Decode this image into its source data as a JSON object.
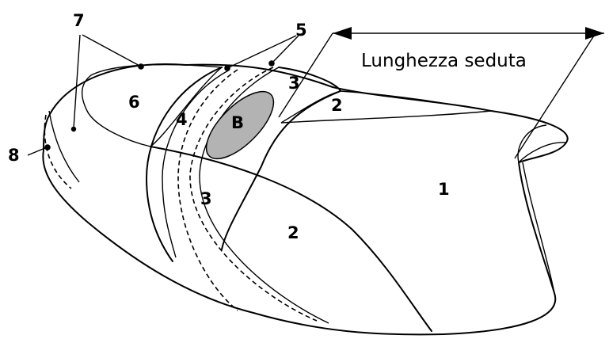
{
  "dimension": {
    "label": "Lunghezza seduta"
  },
  "labels": {
    "seat_main": "1",
    "side_front": "2",
    "side_lower": "2",
    "band_upper": "3",
    "band_lower": "3",
    "band_outer": "4",
    "callout_5": "5",
    "pad": "6",
    "callout_7": "7",
    "callout_8": "8",
    "insert": "B"
  },
  "colors": {
    "line": "#000000",
    "insert_fill": "#b3b3b3",
    "background": "#ffffff"
  }
}
